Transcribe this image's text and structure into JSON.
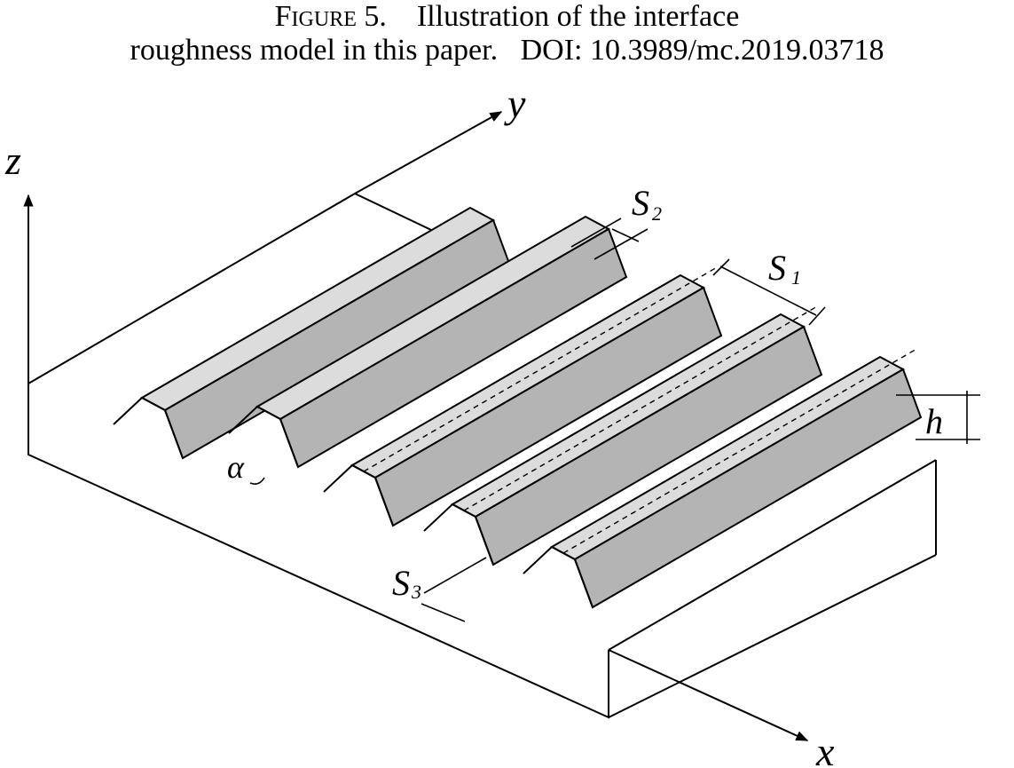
{
  "caption": {
    "figure_label": "Figure 5.",
    "title_part1": "Illustration of the interface",
    "title_part2": "roughness model in this paper.",
    "doi": "DOI: 10.3989/mc.2019.03718"
  },
  "labels": {
    "axis_x": "x",
    "axis_y": "y",
    "axis_z": "z",
    "s1": "S",
    "s1_sub": "1",
    "s2": "S",
    "s2_sub": "2",
    "s3": "S",
    "s3_sub": "3",
    "height": "h",
    "angle": "α"
  },
  "colors": {
    "line": "#000000",
    "rib_side": "#b4b4b4",
    "rib_top": "#dcdcdc",
    "background": "#ffffff"
  },
  "ribs": [
    {
      "index": 1,
      "style": "solid-top"
    },
    {
      "index": 2,
      "style": "solid-top"
    },
    {
      "index": 3,
      "style": "dotted-top"
    },
    {
      "index": 4,
      "style": "dotted-top"
    },
    {
      "index": 5,
      "style": "dotted-top"
    }
  ]
}
